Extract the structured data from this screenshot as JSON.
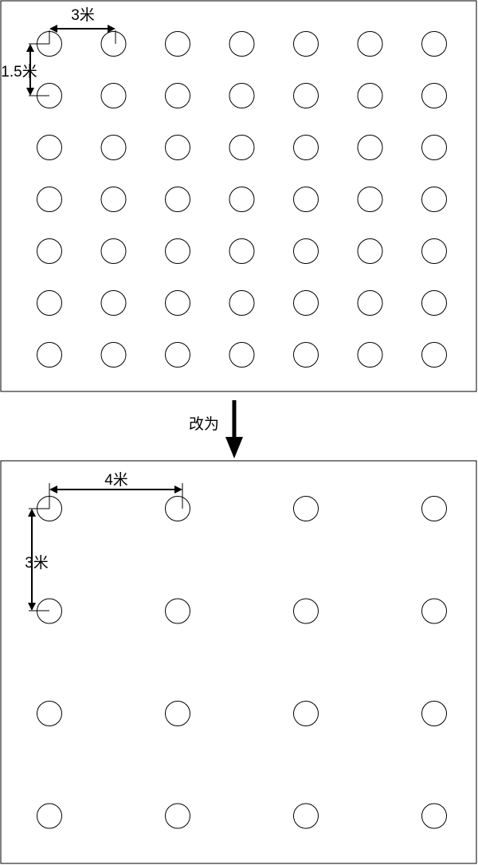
{
  "top_panel": {
    "rows": 7,
    "cols": 7,
    "h_spacing_label": "3米",
    "v_spacing_label": "1.5米"
  },
  "arrow": {
    "label": "改为"
  },
  "bottom_panel": {
    "rows": 4,
    "cols": 4,
    "h_spacing_label": "4米",
    "v_spacing_label": "3米"
  },
  "colors": {
    "stroke": "#000000",
    "background": "#ffffff"
  }
}
